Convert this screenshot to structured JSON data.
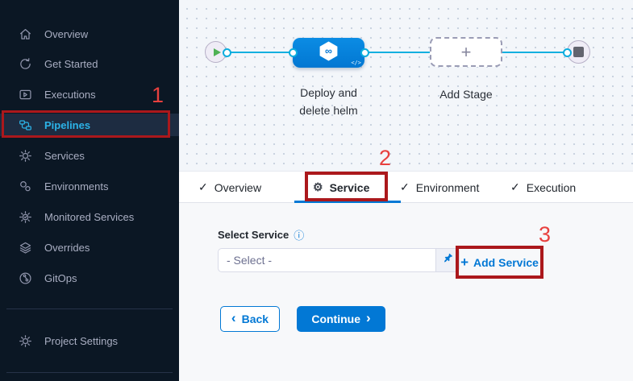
{
  "sidebar": {
    "items": [
      {
        "label": "Overview",
        "icon": "home-icon",
        "active": false
      },
      {
        "label": "Get Started",
        "icon": "restart-icon",
        "active": false
      },
      {
        "label": "Executions",
        "icon": "play-box-icon",
        "active": false
      },
      {
        "label": "Pipelines",
        "icon": "pipeline-icon",
        "active": true
      },
      {
        "label": "Services",
        "icon": "gear-icon",
        "active": false
      },
      {
        "label": "Environments",
        "icon": "group-icon",
        "active": false
      },
      {
        "label": "Monitored Services",
        "icon": "gear-check-icon",
        "active": false
      },
      {
        "label": "Overrides",
        "icon": "layers-icon",
        "active": false
      },
      {
        "label": "GitOps",
        "icon": "gitops-icon",
        "active": false
      },
      {
        "label": "Project Settings",
        "icon": "gear-icon",
        "active": false
      }
    ]
  },
  "canvas": {
    "stage_label": [
      "Deploy and",
      "delete helm"
    ],
    "add_stage_label": "Add Stage",
    "stage_icon": "cd-hexagon-infinity-icon",
    "code_badge": "</>"
  },
  "tabs": [
    {
      "label": "Overview",
      "icon": "check",
      "active": false
    },
    {
      "label": "Service",
      "icon": "gear",
      "active": true
    },
    {
      "label": "Environment",
      "icon": "check",
      "active": false
    },
    {
      "label": "Execution",
      "icon": "check",
      "active": false
    }
  ],
  "form": {
    "select_service_label": "Select Service",
    "select_placeholder": "- Select -",
    "add_service_plus": "+",
    "add_service_label": "Add Service",
    "back_label": "Back",
    "continue_label": "Continue"
  },
  "annotations": {
    "step1": "1",
    "step2": "2",
    "step3": "3"
  },
  "icons": {
    "check": "✓",
    "gear": "⚙",
    "info": "ⓘ",
    "infinity": "∞",
    "chevron_left": "‹",
    "chevron_right": "›",
    "plus": "+"
  },
  "colors": {
    "accent_blue": "#0278d5",
    "active_nav_cyan": "#2cb3e8",
    "connector_cyan": "#12afdf",
    "annotation_box_red": "#ab181c",
    "annotation_digit_red": "#e8403e",
    "sidebar_bg": "#0b1724",
    "canvas_bg": "#f3f6fa",
    "play_green": "#4fb155"
  }
}
